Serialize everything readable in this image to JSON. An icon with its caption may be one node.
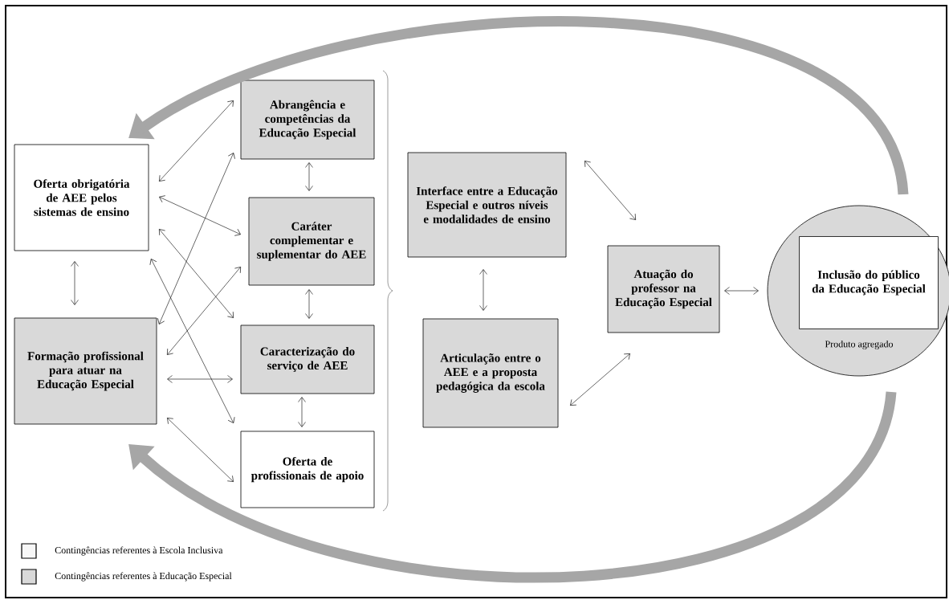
{
  "diagram": {
    "nodes": [
      {
        "text": [
          "Oferta obrigatória de AEE pelos sistemas de ensino"
        ]
      },
      {
        "text": [
          "Formação profissional para atuar na Educação Especial"
        ]
      },
      {
        "text": [
          "Abrangência e competências da Educação Especial"
        ]
      },
      {
        "text": [
          "Caráter complementar e suplementar do AEE"
        ]
      },
      {
        "text": [
          "Caracterização do serviço de AEE"
        ]
      },
      {
        "text": [
          "Oferta de profissionais de apoio"
        ]
      },
      {
        "text": [
          "Interface entre a Educação Especial e outros níveis e modalidades de ensino"
        ]
      },
      {
        "text": [
          "Articulação entre o AEE e a proposta pedagógica da escola"
        ]
      },
      {
        "text": [
          "Atuação do professor na Educação Especial"
        ]
      },
      {
        "text": [
          "Produto agregado"
        ]
      },
      {
        "text": [
          "Inclusão do público da Educação Especial"
        ],
        "in": 9
      }
    ],
    "edges": [
      {
        "from": 0,
        "to": 1,
        "arrow": "both"
      },
      {
        "from": 0,
        "to": 2,
        "arrow": "both"
      },
      {
        "from": 0,
        "to": 3,
        "arrow": "both"
      },
      {
        "from": 0,
        "to": 4,
        "arrow": "both"
      },
      {
        "from": 0,
        "to": 5,
        "arrow": "both"
      },
      {
        "from": 1,
        "to": 2,
        "arrow": "both"
      },
      {
        "from": 1,
        "to": 3,
        "arrow": "both"
      },
      {
        "from": 1,
        "to": 4,
        "arrow": "both"
      },
      {
        "from": 1,
        "to": 5,
        "arrow": "both"
      },
      {
        "from": 2,
        "to": 3,
        "arrow": "both"
      },
      {
        "from": 3,
        "to": 4,
        "arrow": "both"
      },
      {
        "from": 4,
        "to": 5,
        "arrow": "both"
      },
      {
        "from": 6,
        "to": 7,
        "arrow": "both"
      },
      {
        "from": 6,
        "to": 8,
        "arrow": "both"
      },
      {
        "from": 7,
        "to": 8,
        "arrow": "both"
      },
      {
        "from": 8,
        "to": 9,
        "arrow": "both"
      },
      {
        "from": 9,
        "to": 0,
        "arrow": "to",
        "style": "thick",
        "color": "#a6a6a6"
      },
      {
        "from": 9,
        "to": 1,
        "arrow": "to",
        "style": "thick",
        "color": "#a6a6a6"
      }
    ],
    "legend": [
      {
        "text": "Contingências referentes à Escola Inclusiva",
        "color": "#f7f7f7"
      },
      {
        "text": "Contingências referentes à Educação Especial",
        "color": "#d9d9d9"
      }
    ]
  }
}
